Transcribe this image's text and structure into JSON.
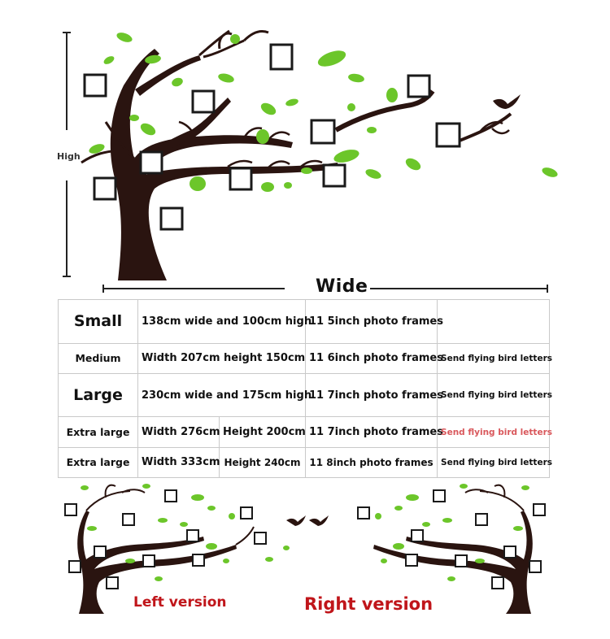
{
  "labels": {
    "high": "High",
    "wide": "Wide"
  },
  "sizes": [
    {
      "size": "Small",
      "width": "138cm wide and 100cm high",
      "height": "",
      "frames": "11 5inch photo frames",
      "gift": ""
    },
    {
      "size": "Medium",
      "width": "Width 207cm height 150cm",
      "height": "",
      "frames": "11 6inch photo frames",
      "gift": "Send flying bird letters"
    },
    {
      "size": "Large",
      "width": "230cm wide and 175cm high",
      "height": "",
      "frames": "11 7inch photo frames",
      "gift": "Send flying bird letters"
    },
    {
      "size": "Extra large",
      "width": "Width 276cm",
      "height": "Height 200cm",
      "frames": "11 7inch photo frames",
      "gift": "Send flying bird letters"
    },
    {
      "size": "Extra large",
      "width": "Width 333cm",
      "height": "Height 240cm",
      "frames": "11 8inch photo frames",
      "gift": "Send flying bird letters"
    }
  ],
  "versions": {
    "left": "Left version",
    "right": "Right version"
  },
  "colors": {
    "trunk": "#2a1410",
    "leaf": "#6cc62a",
    "frame": "#1a1a1a",
    "accent_red": "#c0151a"
  },
  "icons": [
    "tree-icon",
    "photo-frame-icon",
    "leaf-icon",
    "bird-icon"
  ]
}
